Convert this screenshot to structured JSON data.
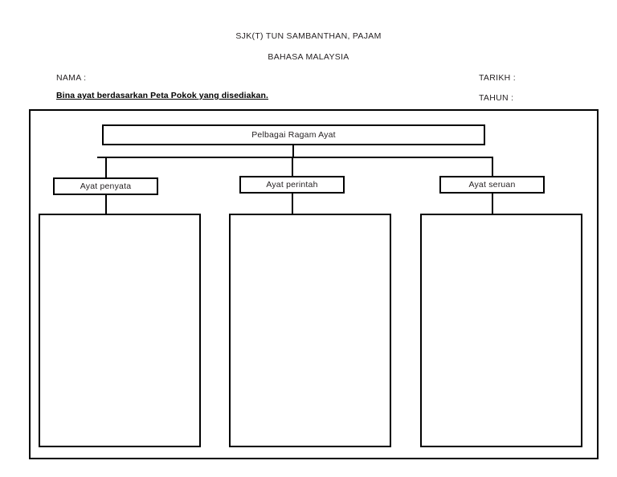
{
  "header": {
    "school_name": "SJK(T) TUN SAMBANTHAN, PAJAM",
    "subject": "BAHASA MALAYSIA",
    "nama_label": "NAMA :",
    "tarikh_label": "TARIKH :",
    "tahun_label": "TAHUN :",
    "instruction": "Bina ayat berdasarkan Peta Pokok yang disediakan."
  },
  "tree": {
    "root_label": "Pelbagai Ragam Ayat",
    "branches": [
      {
        "label": "Ayat penyata",
        "answer": ""
      },
      {
        "label": "Ayat perintah",
        "answer": ""
      },
      {
        "label": "Ayat seruan",
        "answer": ""
      }
    ]
  },
  "colors": {
    "ink": "#000000",
    "text": "#231f20",
    "paper": "#ffffff"
  }
}
